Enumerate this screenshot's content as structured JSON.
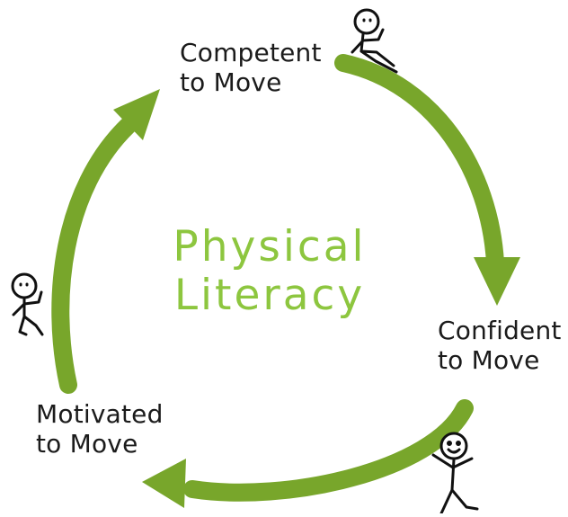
{
  "diagram": {
    "center_title": [
      "Physical",
      "Literacy"
    ],
    "nodes": [
      {
        "id": "competent",
        "label": [
          "Competent",
          "to Move"
        ]
      },
      {
        "id": "confident",
        "label": [
          "Confident",
          "to Move"
        ]
      },
      {
        "id": "motivated",
        "label": [
          "Motivated",
          "to Move"
        ]
      }
    ],
    "cycle_color": "#78a62b",
    "title_color": "#8dc63f",
    "icons": [
      "stick-figure-sitting-icon",
      "stick-figure-jumping-icon",
      "stick-figure-sitting-icon"
    ]
  }
}
